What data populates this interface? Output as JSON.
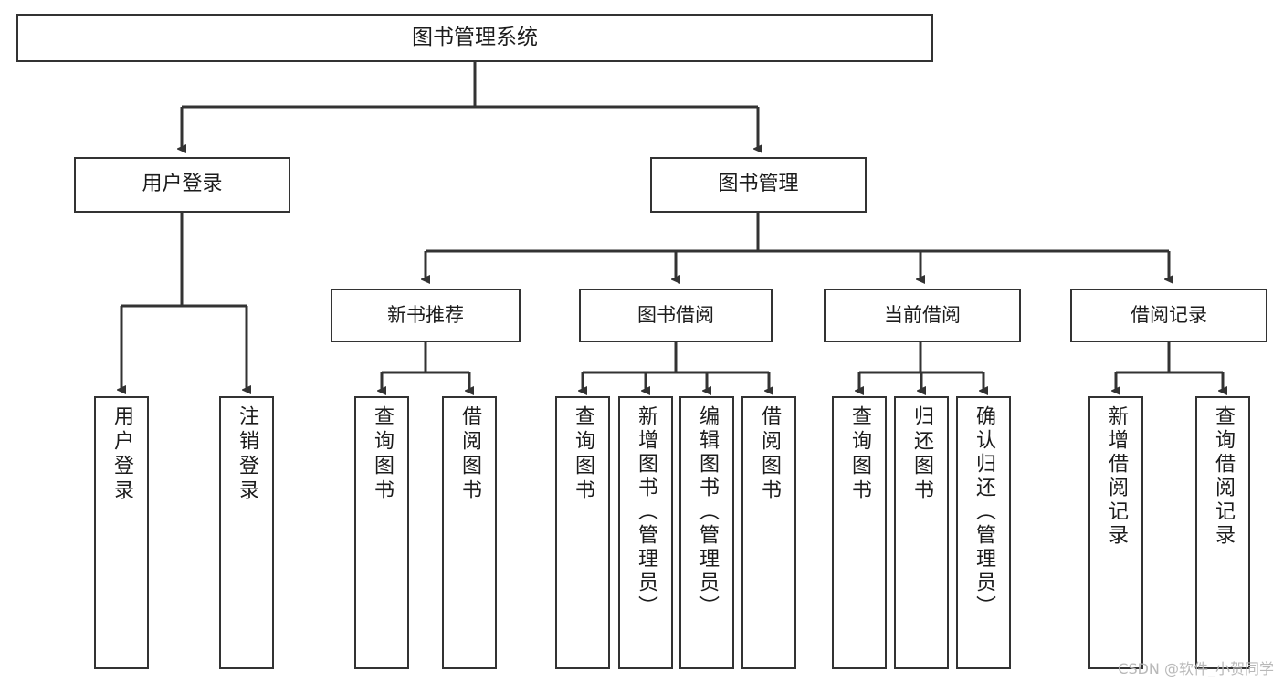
{
  "diagram": {
    "title": "图书管理系统",
    "type": "tree-hierarchy-chart",
    "root": {
      "label": "图书管理系统"
    },
    "level1": [
      {
        "label": "用户登录"
      },
      {
        "label": "图书管理"
      }
    ],
    "level2": [
      {
        "label": "新书推荐"
      },
      {
        "label": "图书借阅"
      },
      {
        "label": "当前借阅"
      },
      {
        "label": "借阅记录"
      }
    ],
    "leaves": {
      "user_login": [
        {
          "label": "用户登录"
        },
        {
          "label": "注销登录"
        }
      ],
      "new_book_recommend": [
        {
          "label": "查询图书"
        },
        {
          "label": "借阅图书"
        }
      ],
      "book_borrow": [
        {
          "label": "查询图书"
        },
        {
          "label": "新增图书（管理员）"
        },
        {
          "label": "编辑图书（管理员）"
        },
        {
          "label": "借阅图书"
        }
      ],
      "current_borrow": [
        {
          "label": "查询图书"
        },
        {
          "label": "归还图书"
        },
        {
          "label": "确认归还（管理员）"
        }
      ],
      "borrow_record": [
        {
          "label": "新增借阅记录"
        },
        {
          "label": "查询借阅记录"
        }
      ]
    }
  },
  "watermark": {
    "text": "CSDN @软件_小贺同学"
  },
  "colors": {
    "stroke": "#333333",
    "fill": "#ffffff",
    "text": "#1c1c1c",
    "watermark": "#b9b9b9"
  }
}
